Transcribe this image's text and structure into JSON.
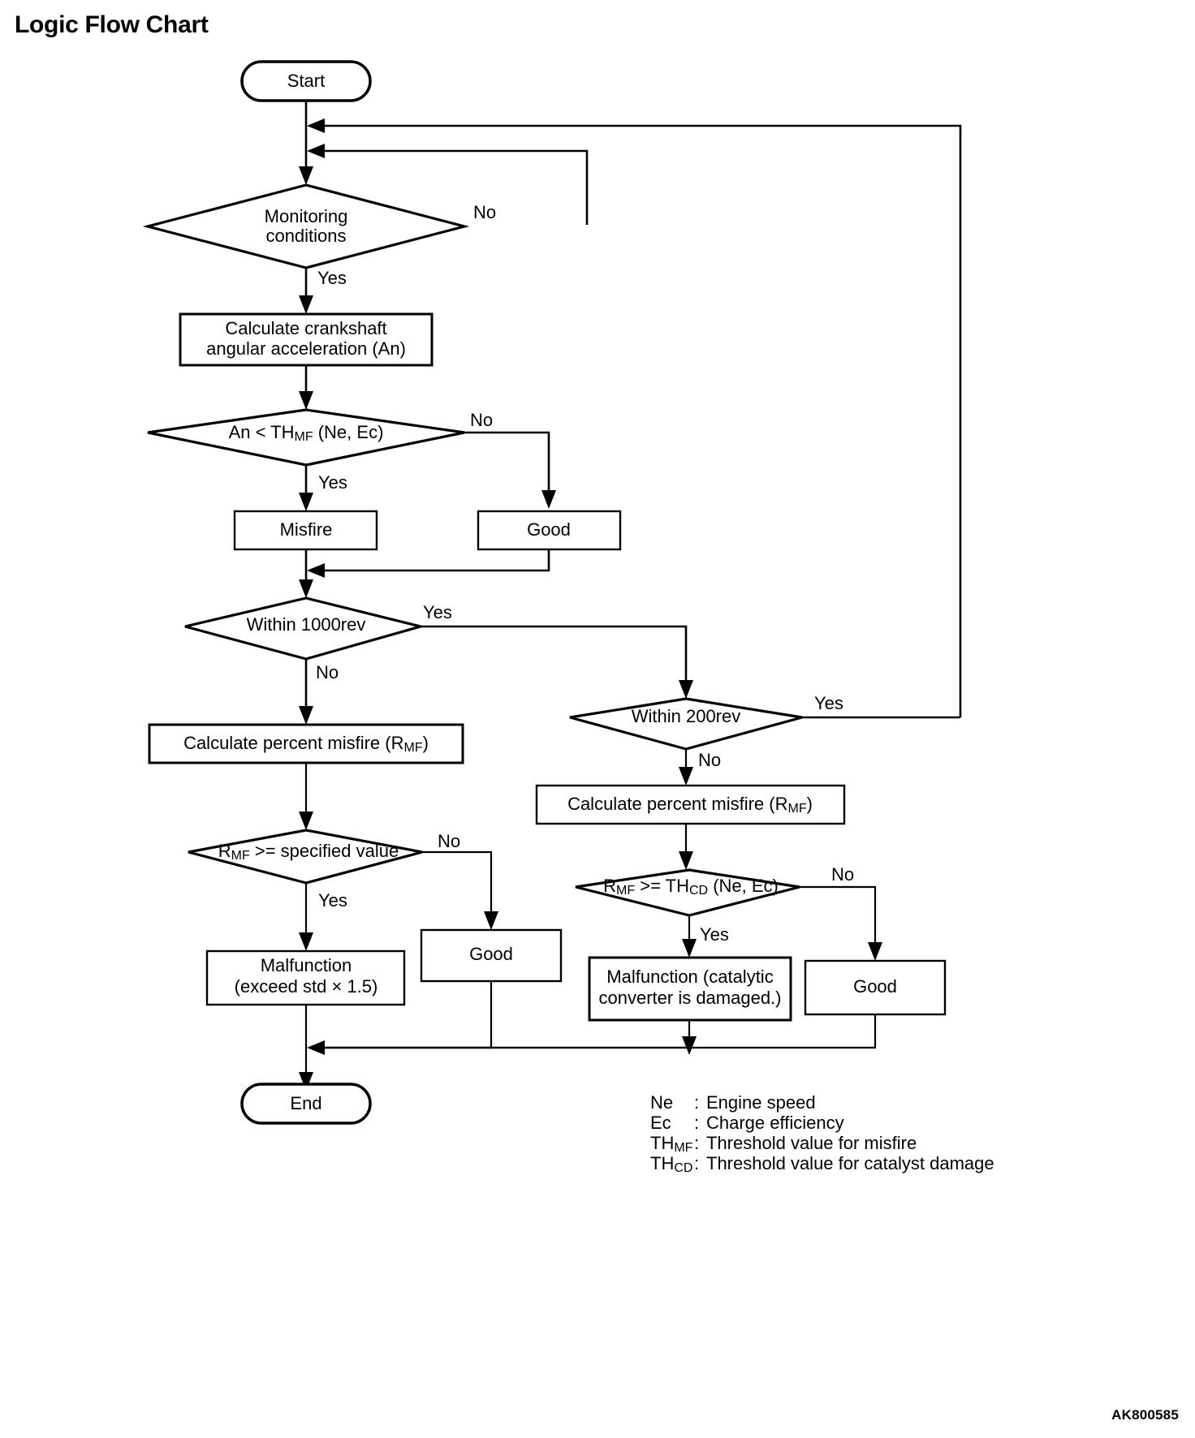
{
  "page": {
    "title": "Logic Flow Chart",
    "figure_code": "AK800585"
  },
  "chart_data": {
    "type": "flowchart",
    "title": "Logic Flow Chart",
    "orientation": "top-to-bottom",
    "nodes": [
      {
        "id": "start",
        "shape": "terminator",
        "label": "Start"
      },
      {
        "id": "mon",
        "shape": "decision",
        "label": "Monitoring conditions",
        "line1": "Monitoring",
        "line2": "conditions"
      },
      {
        "id": "calc_an",
        "shape": "process",
        "label": "Calculate crankshaft angular acceleration (An)",
        "line1": "Calculate crankshaft",
        "line2": "angular acceleration (An)"
      },
      {
        "id": "an_cmp",
        "shape": "decision",
        "label": "An < THMF (Ne, Ec)",
        "pre": "An < TH",
        "sub": "MF",
        "post": " (Ne, Ec)"
      },
      {
        "id": "misfire",
        "shape": "process",
        "label": "Misfire"
      },
      {
        "id": "good1",
        "shape": "process",
        "label": "Good"
      },
      {
        "id": "rev1000",
        "shape": "decision",
        "label": "Within 1000rev"
      },
      {
        "id": "rev200",
        "shape": "decision",
        "label": "Within 200rev"
      },
      {
        "id": "calc_rmf_l",
        "shape": "process",
        "label": "Calculate percent misfire (RMF)",
        "pre": "Calculate percent misfire (R",
        "sub": "MF",
        "post": ")"
      },
      {
        "id": "calc_rmf_r",
        "shape": "process",
        "label": "Calculate percent misfire (RMF)",
        "pre": "Calculate percent misfire (R",
        "sub": "MF",
        "post": ")"
      },
      {
        "id": "rmf_spec",
        "shape": "decision",
        "label": "RMF >= specified value",
        "pre": "R",
        "sub": "MF",
        "post": " >= specified value"
      },
      {
        "id": "rmf_thcd",
        "shape": "decision",
        "label": "RMF >= THCD (Ne, Ec)",
        "pre": "R",
        "sub": "MF",
        "mid": " >= TH",
        "sub2": "CD",
        "post": " (Ne, Ec)"
      },
      {
        "id": "malf_std",
        "shape": "process",
        "label": "Malfunction (exceed std x 1.5)",
        "line1": "Malfunction",
        "line2": "(exceed std × 1.5)"
      },
      {
        "id": "good2",
        "shape": "process",
        "label": "Good"
      },
      {
        "id": "malf_cat",
        "shape": "process",
        "label": "Malfunction (catalytic converter is damaged.)",
        "line1": "Malfunction (catalytic",
        "line2": "converter is damaged.)"
      },
      {
        "id": "good3",
        "shape": "process",
        "label": "Good"
      },
      {
        "id": "end",
        "shape": "terminator",
        "label": "End"
      }
    ],
    "edges": [
      {
        "from": "start",
        "to": "mon",
        "label": ""
      },
      {
        "from": "mon",
        "to": "mon",
        "label": "No"
      },
      {
        "from": "mon",
        "to": "calc_an",
        "label": "Yes"
      },
      {
        "from": "calc_an",
        "to": "an_cmp",
        "label": ""
      },
      {
        "from": "an_cmp",
        "to": "misfire",
        "label": "Yes"
      },
      {
        "from": "an_cmp",
        "to": "good1",
        "label": "No"
      },
      {
        "from": "misfire",
        "to": "rev1000",
        "label": ""
      },
      {
        "from": "good1",
        "to": "rev1000",
        "label": ""
      },
      {
        "from": "rev1000",
        "to": "rev200",
        "label": "Yes"
      },
      {
        "from": "rev1000",
        "to": "calc_rmf_l",
        "label": "No"
      },
      {
        "from": "rev200",
        "to": "mon",
        "label": "Yes"
      },
      {
        "from": "rev200",
        "to": "calc_rmf_r",
        "label": "No"
      },
      {
        "from": "calc_rmf_l",
        "to": "rmf_spec",
        "label": ""
      },
      {
        "from": "calc_rmf_r",
        "to": "rmf_thcd",
        "label": ""
      },
      {
        "from": "rmf_spec",
        "to": "malf_std",
        "label": "Yes"
      },
      {
        "from": "rmf_spec",
        "to": "good2",
        "label": "No"
      },
      {
        "from": "rmf_thcd",
        "to": "malf_cat",
        "label": "Yes"
      },
      {
        "from": "rmf_thcd",
        "to": "good3",
        "label": "No"
      },
      {
        "from": "malf_std",
        "to": "end",
        "label": ""
      },
      {
        "from": "good2",
        "to": "end",
        "label": ""
      },
      {
        "from": "malf_cat",
        "to": "end",
        "label": ""
      },
      {
        "from": "good3",
        "to": "end",
        "label": ""
      }
    ],
    "edge_labels": {
      "mon_no": "No",
      "mon_yes": "Yes",
      "an_no": "No",
      "an_yes": "Yes",
      "rev1000_yes": "Yes",
      "rev1000_no": "No",
      "rev200_yes": "Yes",
      "rev200_no": "No",
      "rmf_spec_no": "No",
      "rmf_spec_yes": "Yes",
      "rmf_thcd_no": "No",
      "rmf_thcd_yes": "Yes"
    },
    "legend": [
      {
        "key": "Ne",
        "key_sub": "",
        "value": "Engine speed"
      },
      {
        "key": "Ec",
        "key_sub": "",
        "value": "Charge efficiency"
      },
      {
        "key": "TH",
        "key_sub": "MF",
        "value": "Threshold value for misfire"
      },
      {
        "key": "TH",
        "key_sub": "CD",
        "value": "Threshold value for catalyst damage"
      }
    ],
    "legend_separator": ":"
  }
}
